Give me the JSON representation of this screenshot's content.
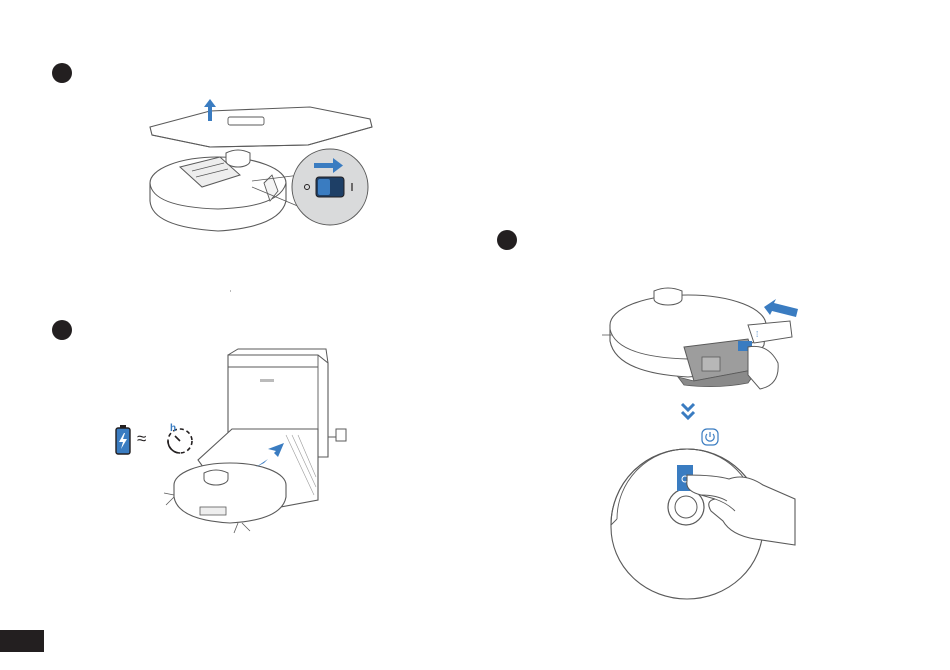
{
  "steps": [
    {
      "number": "",
      "name": "step-switch-on"
    },
    {
      "number": "",
      "name": "step-charge"
    },
    {
      "number": "",
      "name": "step-install-mop"
    }
  ],
  "charge": {
    "approx_symbol": "≈",
    "hour_label": "h"
  },
  "colors": {
    "accent": "#3a7cc1",
    "ink": "#231f20",
    "line": "#5a5a5a",
    "panel": "#d9dadb"
  },
  "icons": [
    "up-arrow-icon",
    "switch-right-arrow-icon",
    "battery-icon",
    "clock-hours-icon",
    "push-arrow-icon",
    "double-chevron-down-icon",
    "power-icon",
    "charging-plug-icon"
  ]
}
